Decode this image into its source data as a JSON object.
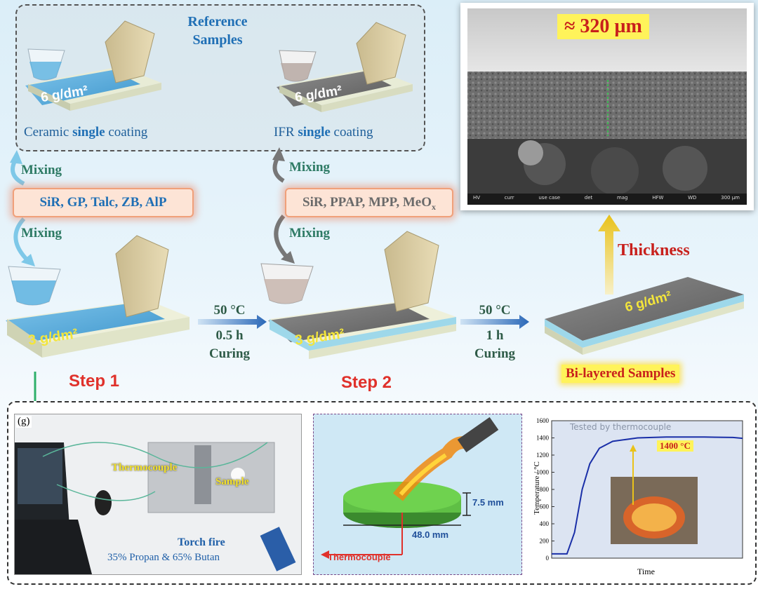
{
  "reference": {
    "title_line1": "Reference",
    "title_line2": "Samples",
    "ceramic_load": "6 g/dm²",
    "ifr_load": "6 g/dm²",
    "ceramic_caption_pre": "Ceramic ",
    "ceramic_caption_bold": "single",
    "ceramic_caption_post": " coating",
    "ifr_caption_pre": "IFR ",
    "ifr_caption_bold": "single",
    "ifr_caption_post": " coating"
  },
  "step1": {
    "mixing_top": "Mixing",
    "mixing_bottom": "Mixing",
    "composition": "SiR, GP, Talc, ZB, AlP",
    "load": "3 g/dm²",
    "label": "Step 1",
    "temp": "50 °C",
    "time": "0.5 h",
    "process": "Curing"
  },
  "step2": {
    "mixing_top": "Mixing",
    "mixing_bottom": "Mixing",
    "composition_main": "SiR, PPAP, MPP, MeO",
    "composition_sub": "x",
    "load": "3 g/dm²",
    "label": "Step 2",
    "temp": "50 °C",
    "time": "1 h",
    "process": "Curing"
  },
  "bilayer": {
    "load": "6 g/dm²",
    "thickness_label": "Thickness",
    "label": "Bi-layered Samples"
  },
  "sem": {
    "thickness": "≈ 320 µm",
    "scale_text": "300 µm",
    "footer": [
      "HV",
      "curr",
      "use case",
      "det",
      "mag",
      "HFW",
      "WD",
      "300 µm"
    ]
  },
  "bottom": {
    "panel_label": "(g)",
    "thermocouple_label": "Thermocouple",
    "sample_label": "Sample",
    "torch_label": "Torch fire",
    "gas_label": "35% Propan & 65% Butan",
    "disk_thickness": "7.5 mm",
    "disk_diameter": "48.0 mm",
    "disk_thermocouple": "Thermocouple"
  },
  "chart_data": {
    "type": "line",
    "title": "Tested by thermocouple",
    "xlabel": "Time",
    "ylabel": "Temperature / °C",
    "ylim": [
      0,
      1600
    ],
    "yticks": [
      "0",
      "200",
      "400",
      "600",
      "800",
      "1000",
      "1200",
      "1400",
      "1600"
    ],
    "annotation": "1400 °C",
    "series": [
      {
        "values_x": [
          0,
          0.08,
          0.12,
          0.16,
          0.2,
          0.25,
          0.32,
          0.45,
          0.6,
          0.8,
          0.95,
          1.0
        ],
        "values_y": [
          50,
          50,
          300,
          800,
          1100,
          1280,
          1360,
          1400,
          1410,
          1410,
          1405,
          1395
        ]
      }
    ],
    "color": "#1a2fa8"
  }
}
